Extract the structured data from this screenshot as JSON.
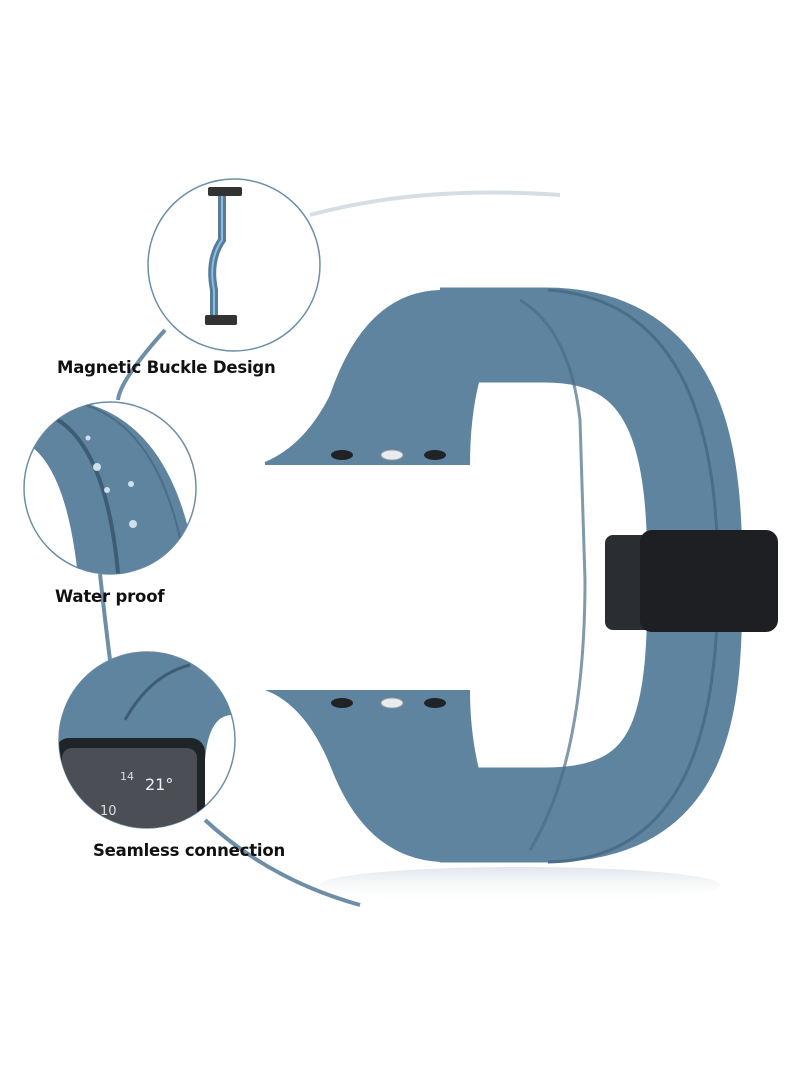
{
  "features": [
    {
      "label": "Magnetic Buckle Design",
      "icon": "magnetic-buckle-closeup"
    },
    {
      "label": "Water proof",
      "icon": "water-droplets-closeup"
    },
    {
      "label": "Seamless connection",
      "icon": "watch-connection-closeup"
    }
  ],
  "watch_face": {
    "temperature": "21°",
    "low": "14",
    "hour_mark": "10"
  },
  "colors": {
    "band": "#5f84a0",
    "band_dark": "#4a6d88",
    "buckle": "#1d1f22",
    "connector_line": "#6d8ea6"
  }
}
